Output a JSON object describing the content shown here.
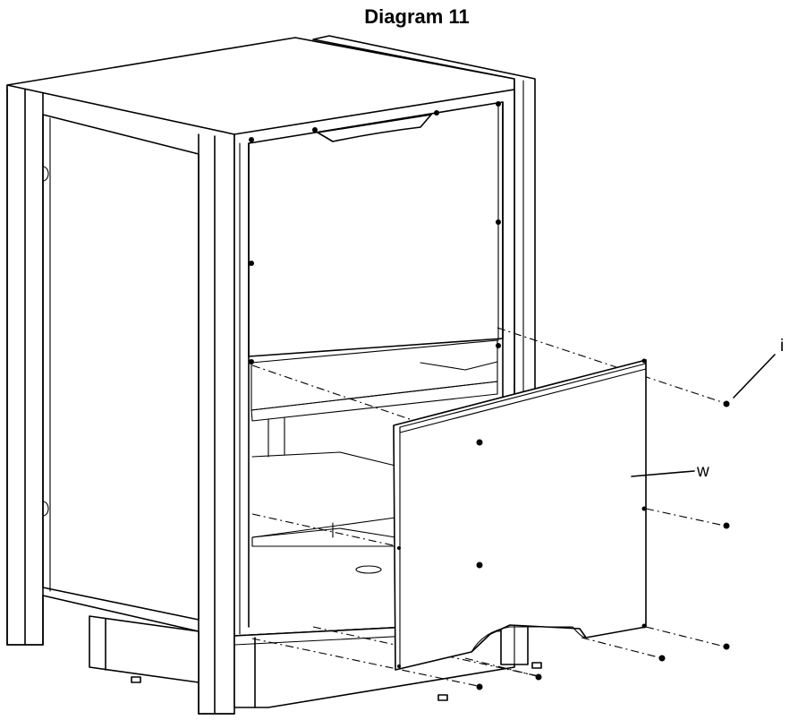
{
  "title": "Diagram 11",
  "callouts": {
    "screw": "i",
    "panel": "w"
  }
}
